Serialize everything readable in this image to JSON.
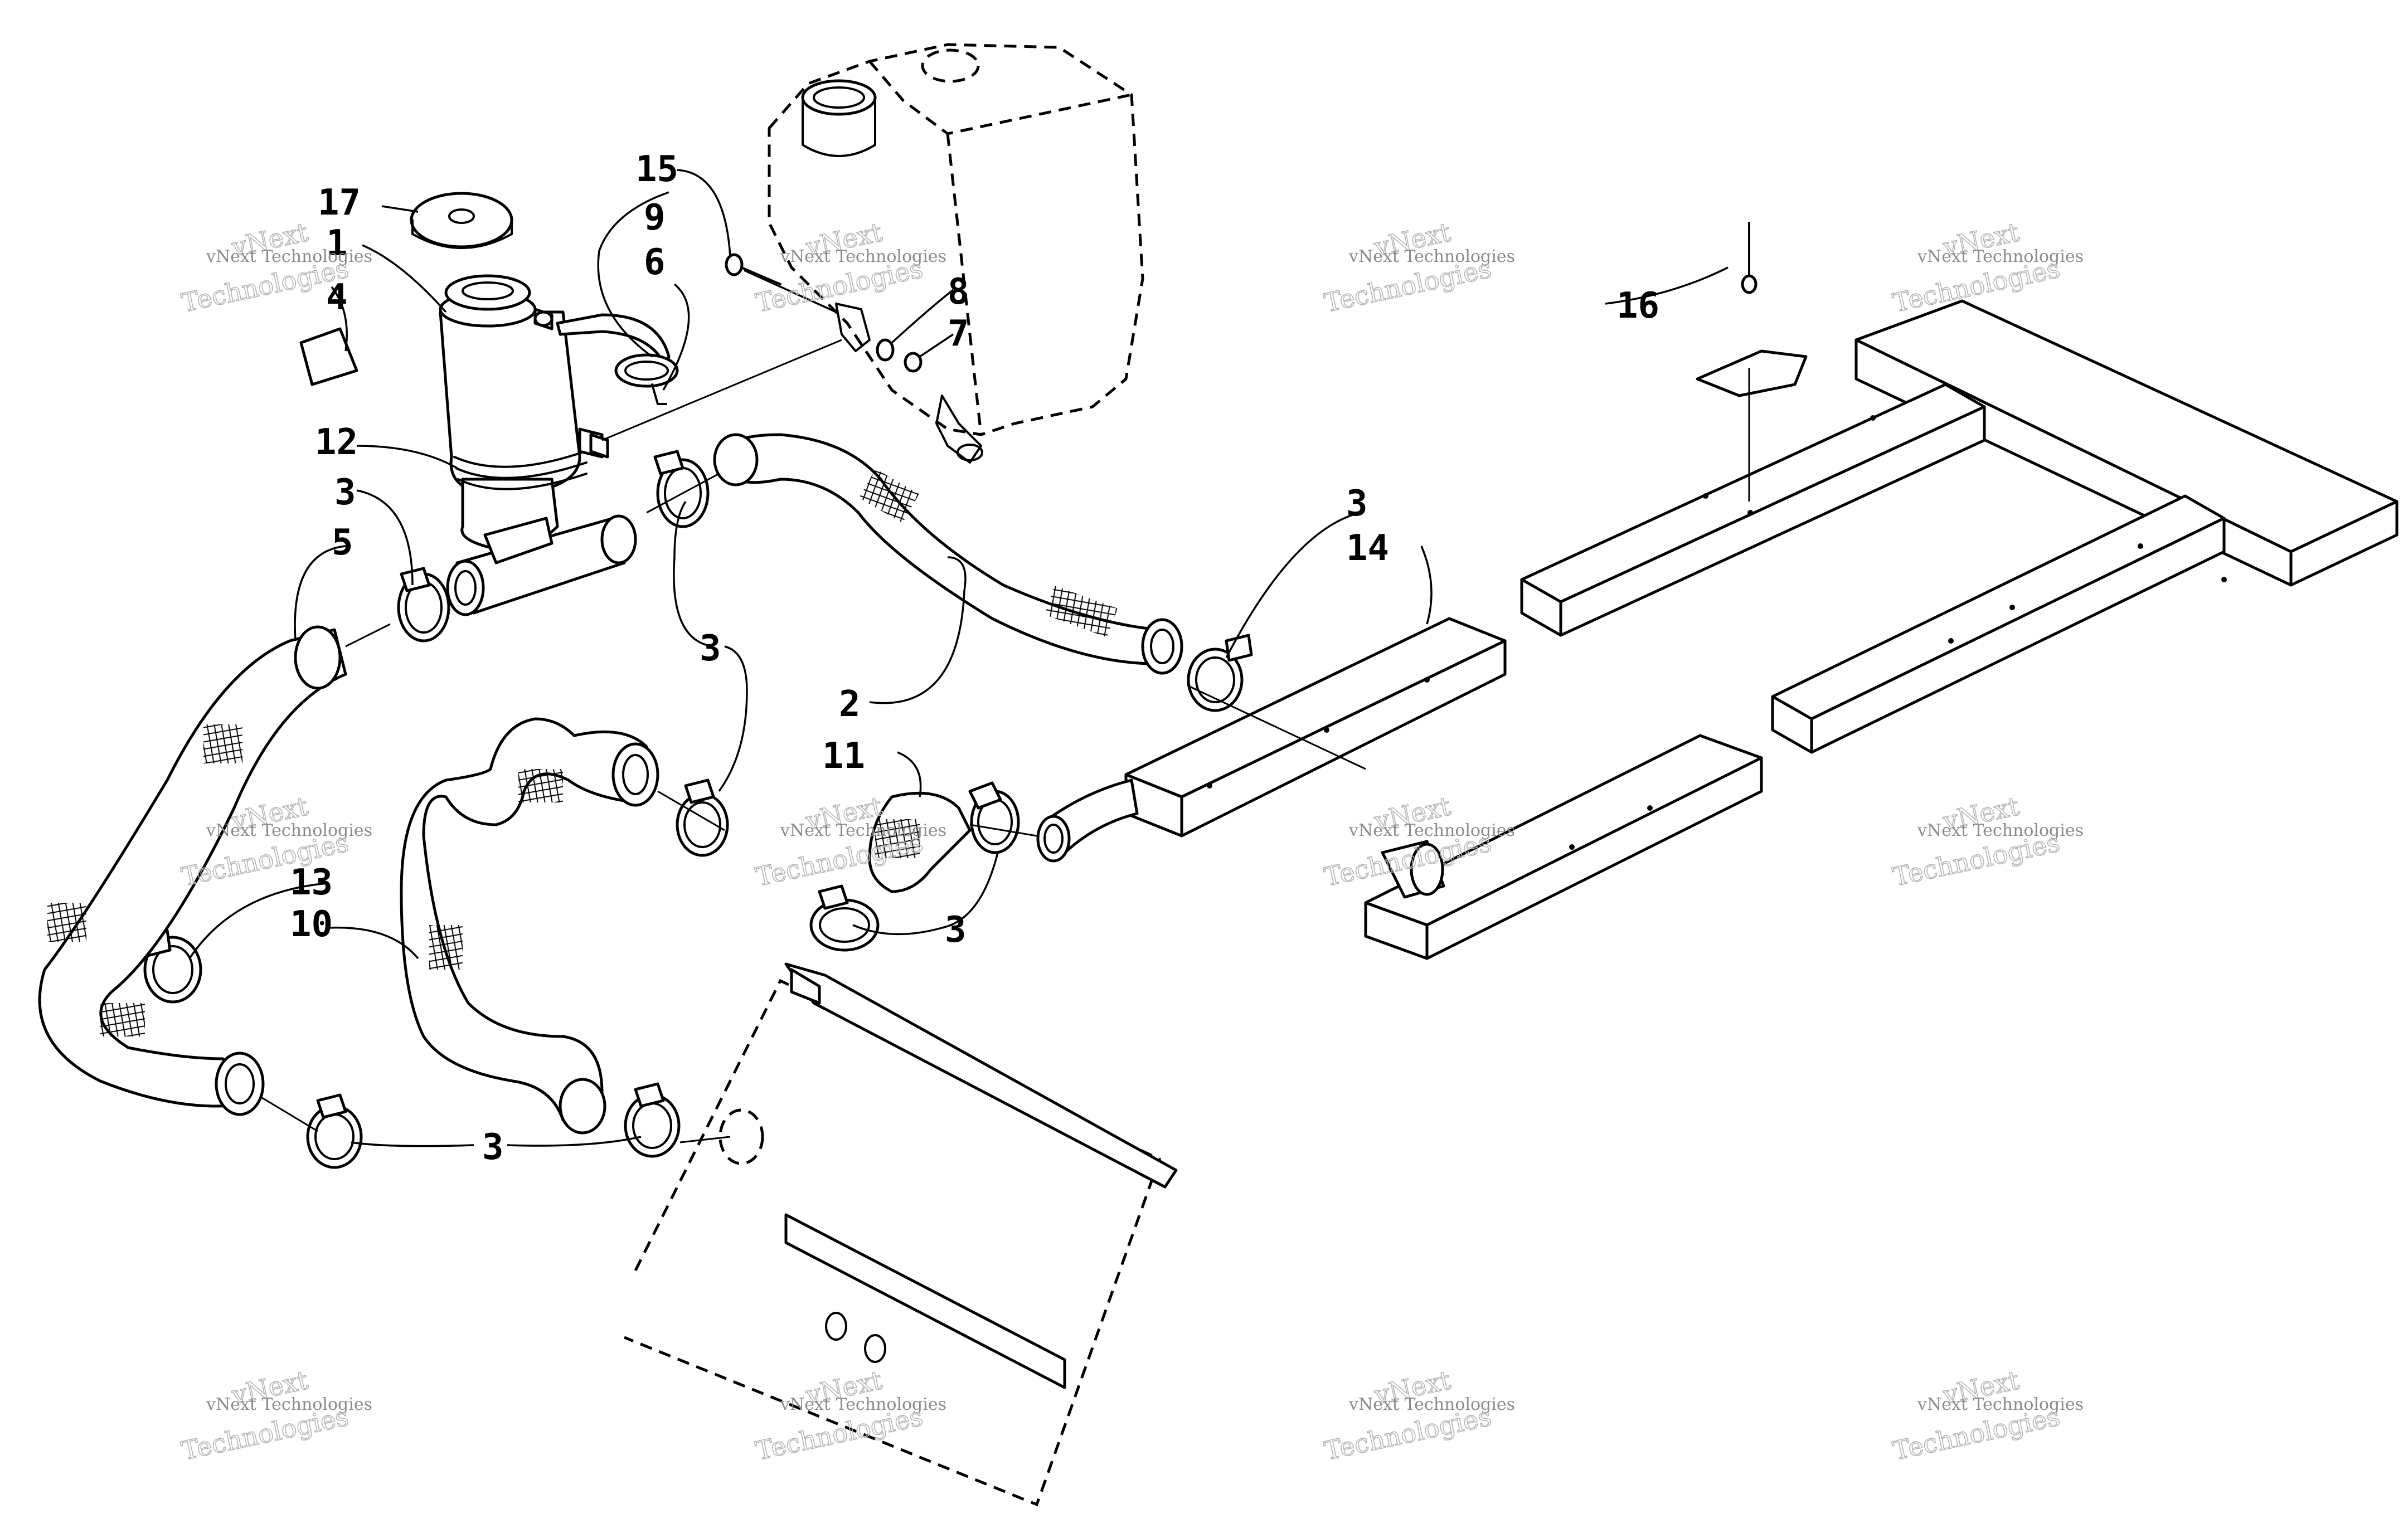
{
  "part_labels": [
    {
      "id": "17",
      "text": "17"
    },
    {
      "id": "1",
      "text": "1"
    },
    {
      "id": "4",
      "text": "4"
    },
    {
      "id": "9",
      "text": "9"
    },
    {
      "id": "6",
      "text": "6"
    },
    {
      "id": "15",
      "text": "15"
    },
    {
      "id": "8",
      "text": "8"
    },
    {
      "id": "7",
      "text": "7"
    },
    {
      "id": "12",
      "text": "12"
    },
    {
      "id": "3a",
      "text": "3"
    },
    {
      "id": "5",
      "text": "5"
    },
    {
      "id": "3b",
      "text": "3"
    },
    {
      "id": "2",
      "text": "2"
    },
    {
      "id": "3c",
      "text": "3"
    },
    {
      "id": "14",
      "text": "14"
    },
    {
      "id": "11",
      "text": "11"
    },
    {
      "id": "3d",
      "text": "3"
    },
    {
      "id": "13",
      "text": "13"
    },
    {
      "id": "10",
      "text": "10"
    },
    {
      "id": "3e",
      "text": "3"
    },
    {
      "id": "16",
      "text": "16"
    }
  ],
  "watermark": {
    "small": "vNext Technologies",
    "large": "Technologies",
    "large_top": "vNext"
  }
}
